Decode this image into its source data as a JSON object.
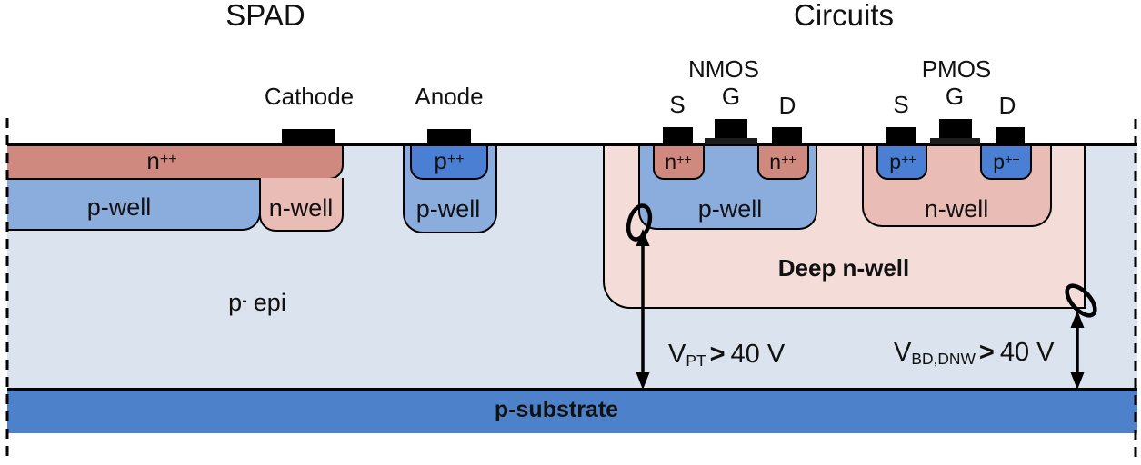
{
  "titles": {
    "spad": "SPAD",
    "circuits": "Circuits"
  },
  "electrodes": {
    "cathode": "Cathode",
    "anode": "Anode"
  },
  "transistors": {
    "nmos": {
      "title": "NMOS",
      "source": "S",
      "gate": "G",
      "drain": "D"
    },
    "pmos": {
      "title": "PMOS",
      "source": "S",
      "gate": "G",
      "drain": "D"
    }
  },
  "regions": {
    "n_plus": {
      "base": "n",
      "sup": "++"
    },
    "p_plus": {
      "base": "p",
      "sup": "++"
    },
    "p_well": "p-well",
    "n_well": "n-well",
    "deep_n_well": "Deep n-well",
    "epi": {
      "base": "p",
      "sup": "-",
      "rest": "epi"
    },
    "substrate": "p-substrate"
  },
  "annotations": {
    "vpt": {
      "sym": "V",
      "sub": "PT",
      "cmp": ">",
      "val": "40 V"
    },
    "vbd": {
      "sym": "V",
      "sub": "BD,DNW",
      "cmp": ">",
      "val": "40 V"
    }
  },
  "colors": {
    "n_plus": "#d0897f",
    "n_well": "#e9bcb5",
    "deep_n_well": "#f4ddd8",
    "p_well": "#8badde",
    "p_plus": "#4a7fd3",
    "epi": "#dbe3ee",
    "substrate": "#4d82ca",
    "contact": "#000000",
    "outline": "#000000"
  }
}
